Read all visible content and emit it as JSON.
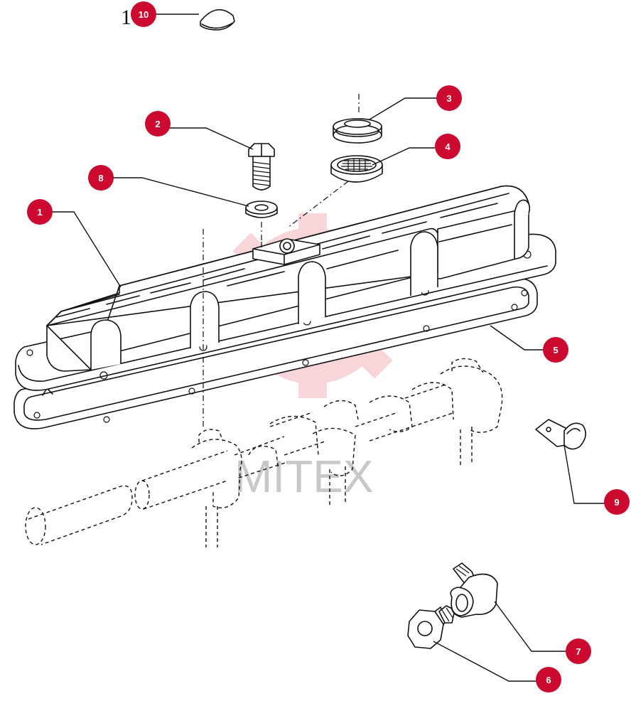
{
  "watermark": {
    "text": "MITEX",
    "gear_color": "#f4b3b9",
    "text_color": "#c8c8c8"
  },
  "callout_color": "#cc0a2f",
  "stray_label": "1",
  "callouts": [
    {
      "id": "1",
      "label": "1",
      "part": "valve-cover"
    },
    {
      "id": "2",
      "label": "2",
      "part": "bolt"
    },
    {
      "id": "3",
      "label": "3",
      "part": "rubber-grommet"
    },
    {
      "id": "4",
      "label": "4",
      "part": "filter-insert"
    },
    {
      "id": "5",
      "label": "5",
      "part": "cover-gasket"
    },
    {
      "id": "6",
      "label": "6",
      "part": "hex-nut"
    },
    {
      "id": "7",
      "label": "7",
      "part": "elbow-fitting"
    },
    {
      "id": "8",
      "label": "8",
      "part": "washer"
    },
    {
      "id": "9",
      "label": "9",
      "part": "clip"
    },
    {
      "id": "10",
      "label": "10",
      "part": "cap-plug"
    }
  ]
}
